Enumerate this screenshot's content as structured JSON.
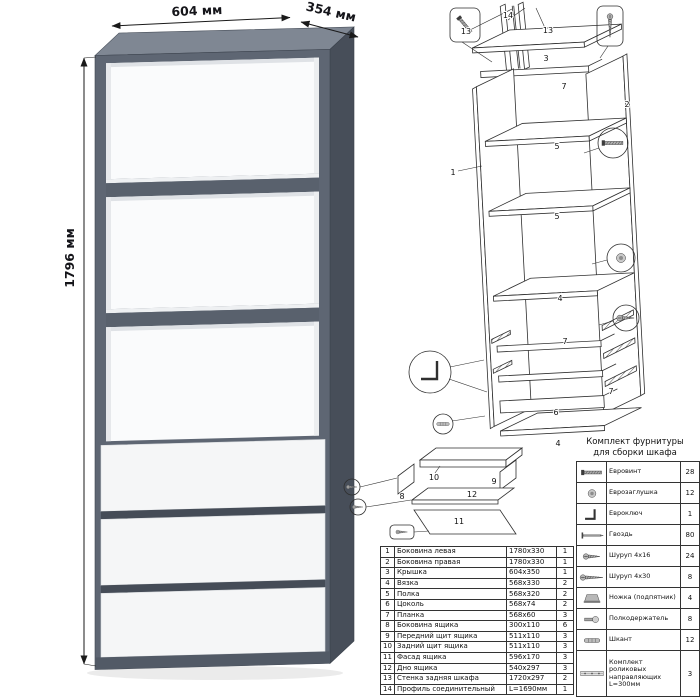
{
  "dimensions": {
    "width": "604 мм",
    "depth": "354 мм",
    "height": "1796 мм"
  },
  "colors": {
    "cabinet_body": "#5e6673",
    "cabinet_top": "#7f8793",
    "cabinet_side": "#474e59",
    "drawer_front": "#f5f6f7",
    "interior": "#fafbfc",
    "line": "#2f2f2f"
  },
  "parts_table": {
    "rows": [
      {
        "num": "1",
        "name": "Боковина левая",
        "size": "1780х330",
        "qty": "1"
      },
      {
        "num": "2",
        "name": "Боковина правая",
        "size": "1780х330",
        "qty": "1"
      },
      {
        "num": "3",
        "name": "Крышка",
        "size": "604х350",
        "qty": "1"
      },
      {
        "num": "4",
        "name": "Вязка",
        "size": "568х330",
        "qty": "2"
      },
      {
        "num": "5",
        "name": "Полка",
        "size": "568х320",
        "qty": "2"
      },
      {
        "num": "6",
        "name": "Цоколь",
        "size": "568х74",
        "qty": "2"
      },
      {
        "num": "7",
        "name": "Планка",
        "size": "568х60",
        "qty": "3"
      },
      {
        "num": "8",
        "name": "Боковина ящика",
        "size": "300х110",
        "qty": "6"
      },
      {
        "num": "9",
        "name": "Передний щит ящика",
        "size": "511х110",
        "qty": "3"
      },
      {
        "num": "10",
        "name": "Задний щит ящика",
        "size": "511х110",
        "qty": "3"
      },
      {
        "num": "11",
        "name": "Фасад ящика",
        "size": "596х170",
        "qty": "3"
      },
      {
        "num": "12",
        "name": "Дно ящика",
        "size": "540х297",
        "qty": "3"
      },
      {
        "num": "13",
        "name": "Стенка задняя шкафа",
        "size": "1720х297",
        "qty": "2"
      },
      {
        "num": "14",
        "name": "Профиль соединительный",
        "size": "L=1690мм",
        "qty": "1"
      }
    ]
  },
  "hardware": {
    "title_line1": "Комплект фурнитуры",
    "title_line2": "для сборки шкафа",
    "rows": [
      {
        "name": "Евровинт",
        "qty": "28",
        "icon": "euroscrew-icon"
      },
      {
        "name": "Еврозаглушка",
        "qty": "12",
        "icon": "plug-icon"
      },
      {
        "name": "Евроключ",
        "qty": "1",
        "icon": "hexkey-icon"
      },
      {
        "name": "Гвоздь",
        "qty": "80",
        "icon": "nail-icon"
      },
      {
        "name": "Шуруп 4х16",
        "qty": "24",
        "icon": "screw-short-icon"
      },
      {
        "name": "Шуруп 4х30",
        "qty": "8",
        "icon": "screw-long-icon"
      },
      {
        "name": "Ножка (подпятник)",
        "qty": "4",
        "icon": "foot-icon"
      },
      {
        "name": "Полкодержатель",
        "qty": "8",
        "icon": "shelf-pin-icon"
      },
      {
        "name": "Шкант",
        "qty": "12",
        "icon": "dowel-icon"
      },
      {
        "name": "Комплект роликовых направляющих L=300мм",
        "qty": "3",
        "icon": "rail-icon"
      }
    ]
  },
  "diagram": {
    "callouts": [
      "14",
      "13",
      "13",
      "3",
      "7",
      "2",
      "1",
      "5",
      "5",
      "4",
      "7",
      "7",
      "6",
      "4"
    ],
    "drawer_callouts": [
      "10",
      "8",
      "9",
      "12",
      "11"
    ]
  }
}
